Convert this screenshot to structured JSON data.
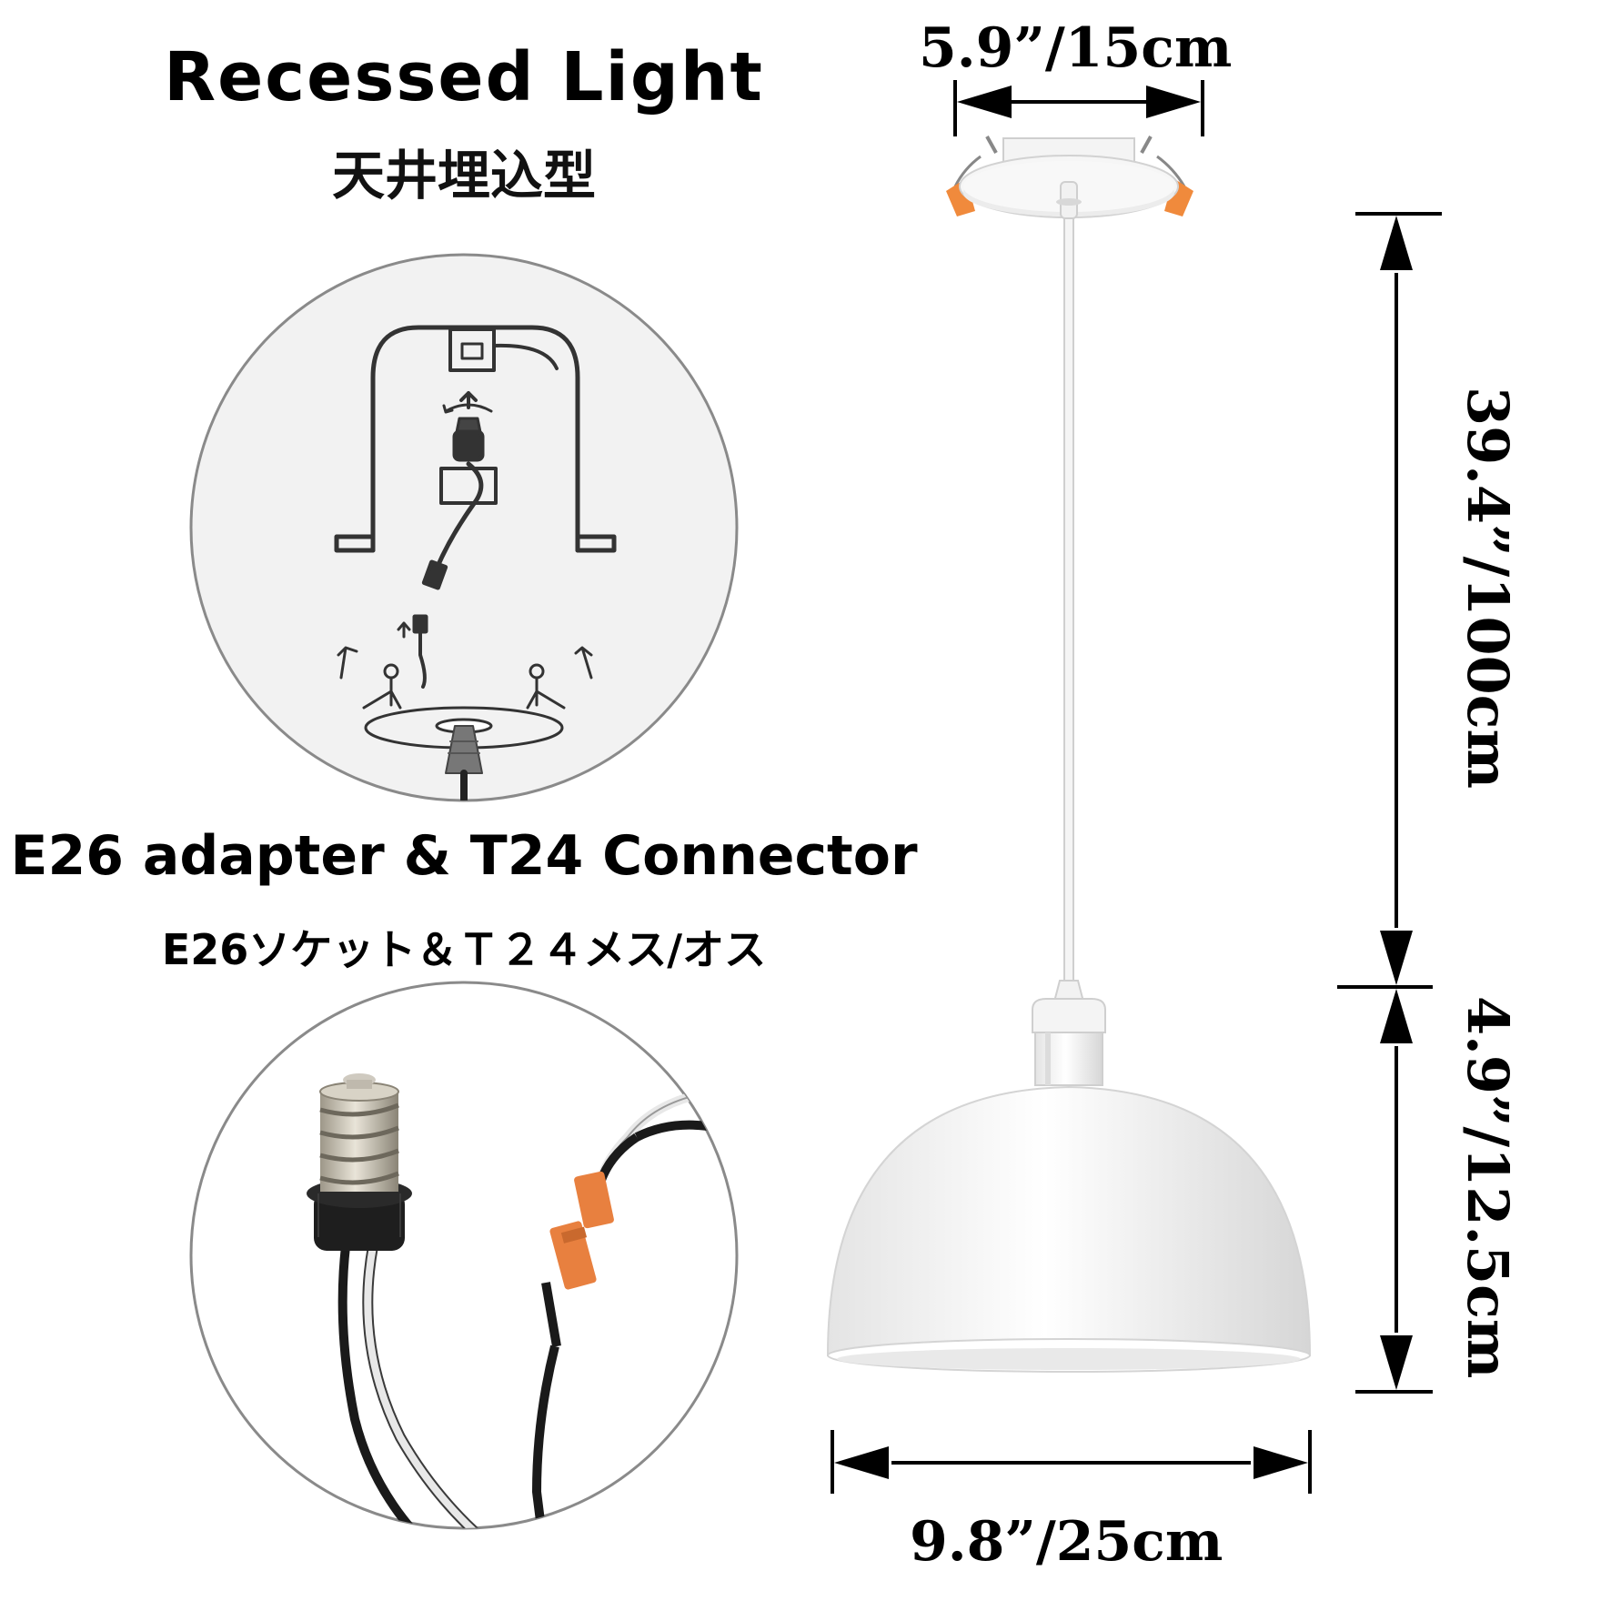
{
  "heading": {
    "recessed_title": "Recessed Light",
    "recessed_title_jp": "天井埋込型",
    "adapter_title": "E26 adapter & T24 Connector",
    "adapter_title_jp": "E26ソケット＆Ｔ２４メス/オス"
  },
  "dimensions": {
    "canopy_width": "5.9”/15cm",
    "cord_length": "39.4”/100cm",
    "shade_height": "4.9”/12.5cm",
    "shade_width": "9.8”/25cm"
  },
  "colors": {
    "tab_orange": "#f08a3c",
    "connector_orange": "#e8803f",
    "circle_border": "#888888",
    "circle_bg": "#f2f2f2"
  }
}
